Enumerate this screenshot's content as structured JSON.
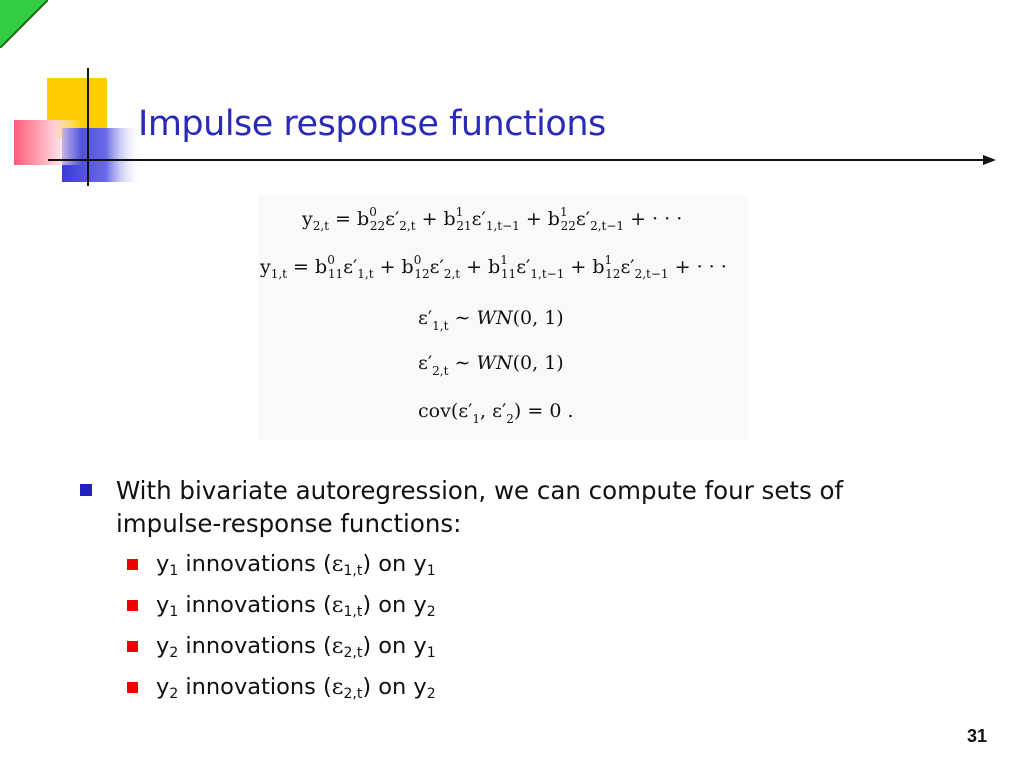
{
  "title": "Impulse response functions",
  "colors": {
    "title": "#2a2ab8",
    "bullet_main": "#2222bb",
    "bullet_sub": "#ee0000",
    "corner": "#33cc44"
  },
  "equations": {
    "eq1": "y_{2,t} = b^0_{22} ε'_{2,t} + b^1_{21} ε'_{1,t-1} + b^1_{22} ε'_{2,t-1} + ···",
    "eq2": "y_{1,t} = b^0_{11} ε'_{1,t} + b^0_{12} ε'_{2,t} + b^1_{11} ε'_{1,t-1} + b^1_{12} ε'_{2,t-1} + ···",
    "eq3": "ε'_{1,t} ~ WN(0, 1)",
    "eq4": "ε'_{2,t} ~ WN(0, 1)",
    "eq5": "cov(ε'_1, ε'_2) = 0 ."
  },
  "bullet_main": "With bivariate autoregression, we can compute four sets of impulse-response functions:",
  "sub_bullets": [
    {
      "y_in": "1",
      "eps": "1,t",
      "y_out": "1"
    },
    {
      "y_in": "1",
      "eps": "1,t",
      "y_out": "2"
    },
    {
      "y_in": "2",
      "eps": "2,t",
      "y_out": "1"
    },
    {
      "y_in": "2",
      "eps": "2,t",
      "y_out": "2"
    }
  ],
  "sub_text": {
    "y": "y",
    "innovations": " innovations (",
    "epsilon": "ε",
    "on": ") on y"
  },
  "page_number": "31"
}
